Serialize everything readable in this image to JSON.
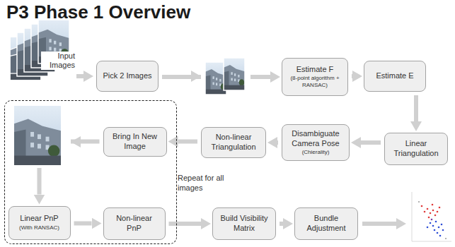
{
  "diagram": {
    "title": "P3 Phase 1 Overview",
    "nodes": [
      {
        "text": [
          "Pick 2 Images"
        ]
      },
      {
        "text": [
          "Estimate F",
          "(8-point algorithm + RANSAC)"
        ]
      },
      {
        "text": [
          "Estimate E"
        ]
      },
      {
        "text": [
          "Linear Triangulation"
        ]
      },
      {
        "text": [
          "Disambiguate Camera Pose",
          "(Chierality)"
        ]
      },
      {
        "text": [
          "Non-linear Triangulation"
        ]
      },
      {
        "text": [
          "Repeat for all images"
        ]
      },
      {
        "text": [
          "Bring In New Image"
        ],
        "in": 6
      },
      {
        "text": [
          "Linear PnP",
          "(With RANSAC)"
        ],
        "in": 6
      },
      {
        "text": [
          "Non-linear PnP"
        ],
        "in": 6
      },
      {
        "text": [
          "Build Visibility Matrix"
        ]
      },
      {
        "text": [
          "Bundle Adjustment"
        ]
      }
    ],
    "edges": [
      {
        "from": 0,
        "to": 1,
        "arrow": "to"
      },
      {
        "from": 1,
        "to": 2,
        "arrow": "to"
      },
      {
        "from": 2,
        "to": 3,
        "arrow": "to"
      },
      {
        "from": 3,
        "to": 4,
        "arrow": "to"
      },
      {
        "from": 4,
        "to": 5,
        "arrow": "to"
      },
      {
        "from": 5,
        "to": 7,
        "arrow": "to"
      },
      {
        "from": 7,
        "to": 8,
        "arrow": "to"
      },
      {
        "from": 8,
        "to": 9,
        "arrow": "to"
      },
      {
        "from": 9,
        "to": 10,
        "arrow": "to"
      },
      {
        "from": 10,
        "to": 11,
        "arrow": "to"
      }
    ],
    "labels": [
      "Input Images"
    ]
  }
}
